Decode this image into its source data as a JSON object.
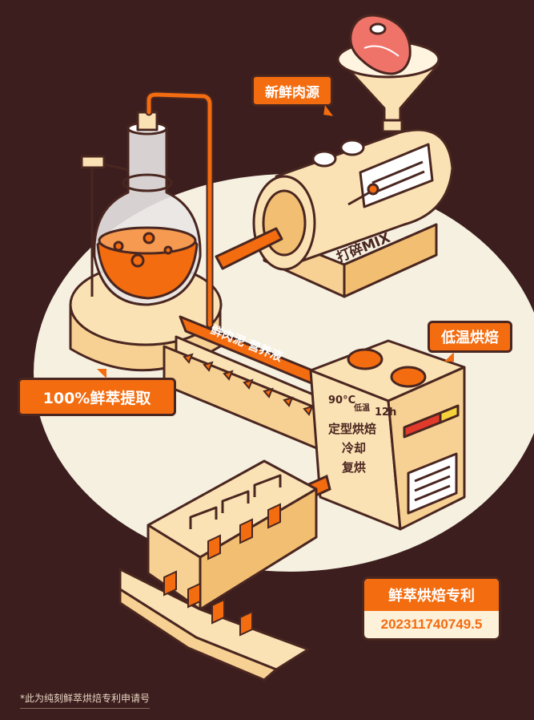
{
  "labels": {
    "fresh_meat": "新鲜肉源",
    "crush_mix": "打碎MIX",
    "low_temp_bake": "低温烘焙",
    "extraction": "100%鲜萃提取",
    "conveyor_text": "鲜肉泥 营养液",
    "oven_temp": "90°C",
    "oven_duration_prefix": "低温",
    "oven_duration": "12h",
    "oven_step_1": "定型烘焙",
    "oven_step_2": "冷却",
    "oven_step_3": "复烘"
  },
  "patent": {
    "title": "鲜萃烘焙专利",
    "number": "202311740749.5"
  },
  "footnote": "*此为纯刻鲜萃烘焙专利申请号",
  "colors": {
    "background": "#3b1e1d",
    "accent": "#f36c10",
    "cream": "#fbe2b4",
    "outline": "#4a2620",
    "ellipse": "#f6f0e1"
  }
}
